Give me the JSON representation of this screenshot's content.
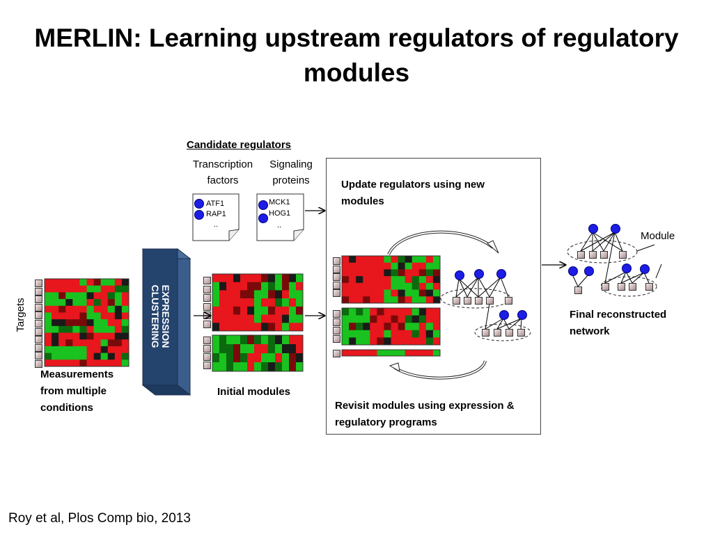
{
  "title": "MERLIN: Learning upstream regulators of regulatory modules",
  "citation": "Roy et al, Plos Comp bio, 2013",
  "labels": {
    "targets": "Targets",
    "measurements": "Measurements from multiple conditions",
    "clustering": "EXPRESSION CLUSTERING",
    "initial_modules": "Initial modules",
    "candidate_regulators": "Candidate regulators",
    "transcription_factors": "Transcription factors",
    "signaling_proteins": "Signaling proteins",
    "update_regulators": "Update regulators using new modules",
    "revisit_modules": "Revisit modules using expression & regulatory programs",
    "final_network": "Final reconstructed network",
    "module": "Module"
  },
  "tf_list": [
    "ATF1",
    "RAP1",
    ".."
  ],
  "sp_list": [
    "MCK1",
    "HOG1",
    ".."
  ],
  "colors": {
    "red": "#e8161d",
    "green": "#19c21e",
    "dark": "#1a1a1a",
    "regulator": "#1d1de6",
    "cylinder_front": "#24436d",
    "cylinder_side": "#3b5d8c"
  }
}
